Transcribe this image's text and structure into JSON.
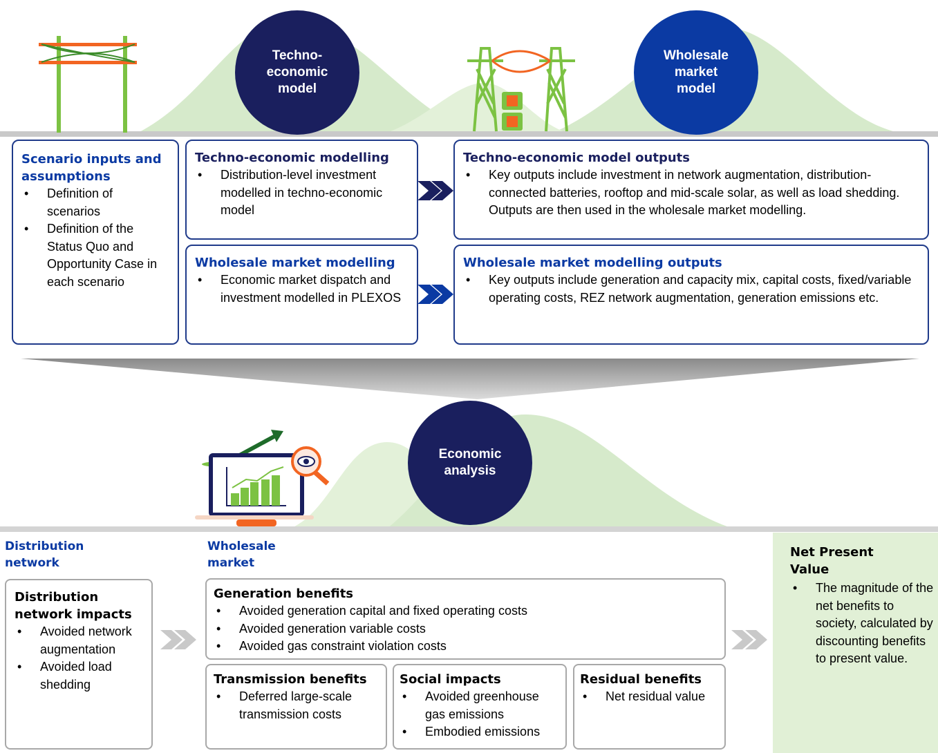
{
  "circles": {
    "techno": "Techno-\neconomic\nmodel",
    "wholesale": "Wholesale\nmarket\nmodel",
    "economic": "Economic\nanalysis"
  },
  "scenario": {
    "title": "Scenario inputs and assumptions",
    "bullets": [
      "Definition of scenarios",
      "Definition of the Status Quo and Opportunity Case in each scenario"
    ]
  },
  "te_modelling": {
    "title": "Techno-economic modelling",
    "bullets": [
      "Distribution-level investment modelled in techno-economic model"
    ]
  },
  "wm_modelling": {
    "title": "Wholesale market modelling",
    "bullets": [
      "Economic market dispatch and investment modelled in PLEXOS"
    ]
  },
  "te_outputs": {
    "title": "Techno-economic model outputs",
    "bullets": [
      "Key outputs include investment in network augmentation, distribution-connected batteries, rooftop and mid-scale solar, as well as load shedding. Outputs are then used in the wholesale market modelling."
    ]
  },
  "wm_outputs": {
    "title": "Wholesale market modelling outputs",
    "bullets": [
      "Key outputs include generation and capacity mix, capital costs, fixed/variable operating costs, REZ network augmentation, generation emissions etc."
    ]
  },
  "labels": {
    "distribution": "Distribution network",
    "wholesale": "Wholesale market"
  },
  "dni": {
    "title": "Distribution network impacts",
    "bullets": [
      "Avoided network augmentation",
      "Avoided load shedding"
    ]
  },
  "gen": {
    "title": "Generation benefits",
    "bullets": [
      "Avoided generation capital and fixed operating costs",
      "Avoided generation variable costs",
      "Avoided gas constraint violation costs"
    ]
  },
  "trans": {
    "title": "Transmission benefits",
    "bullets": [
      "Deferred large-scale transmission costs"
    ]
  },
  "social": {
    "title": "Social impacts",
    "bullets": [
      "Avoided greenhouse gas emissions",
      "Embodied emissions"
    ]
  },
  "residual": {
    "title": "Residual benefits",
    "bullets": [
      "Net residual value"
    ]
  },
  "npv": {
    "title": "Net Present Value",
    "bullets": [
      "The magnitude of the net benefits to society, calculated by discounting benefits to present value."
    ]
  },
  "colors": {
    "navy": "#1a1f5e",
    "blue": "#0b3aa3",
    "green_light": "#d6eacb",
    "green": "#7cc243",
    "orange": "#f26522",
    "grey": "#c9c9c9"
  },
  "icons": [
    "power-pole-icon",
    "transmission-tower-icon",
    "laptop-chart-icon",
    "magnifier-eye-icon",
    "chevron-arrow-icon"
  ]
}
